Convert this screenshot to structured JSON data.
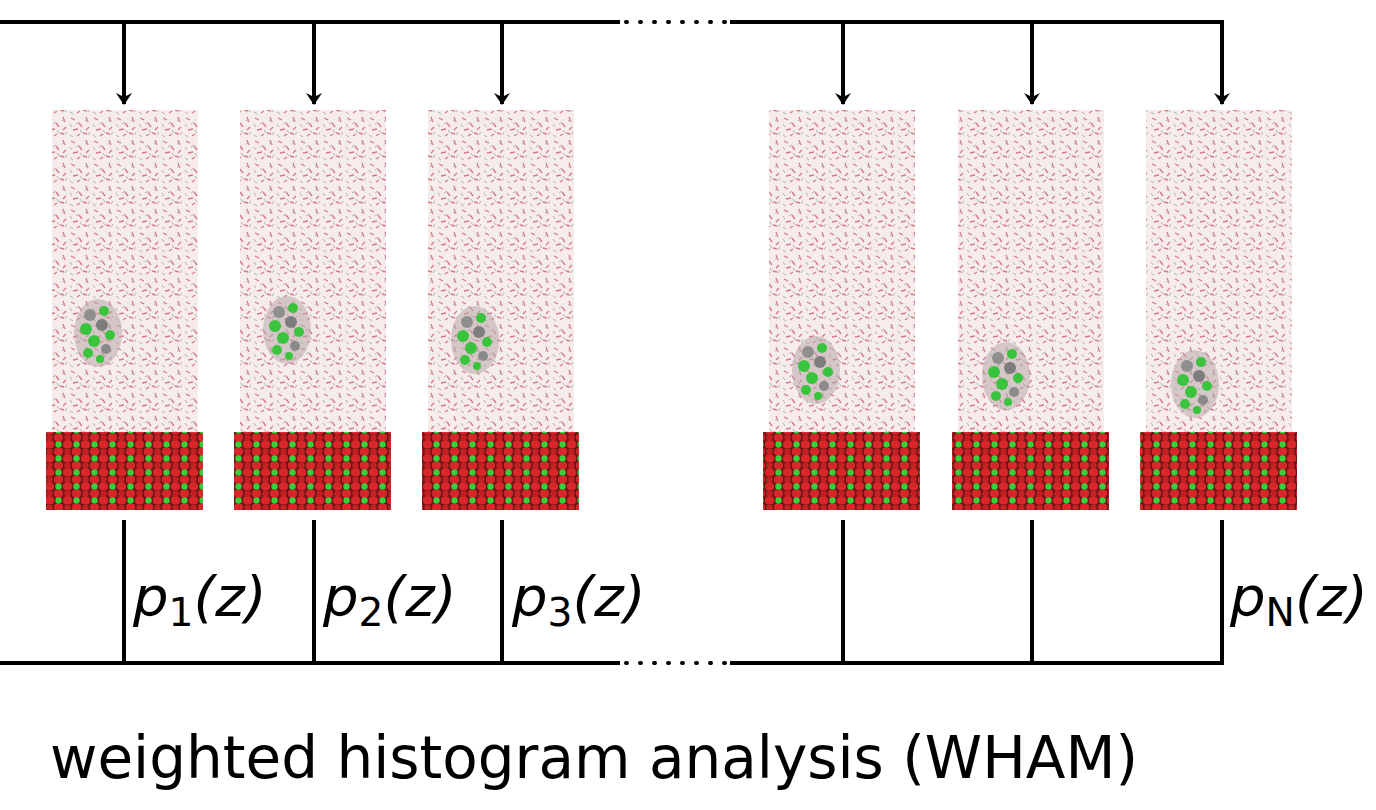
{
  "diagram": {
    "labels": [
      "p1(z)",
      "p2(z)",
      "p3(z)",
      "pN(z)",
      "weighted histogram analysis (WHAM)"
    ]
  }
}
